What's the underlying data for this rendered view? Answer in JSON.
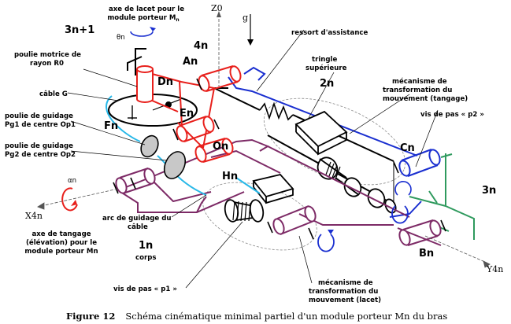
{
  "labels": {
    "yaw_axis": [
      "axe de lacet pour le",
      "module porteur M",
      "n"
    ],
    "theta": "θn",
    "three_n1": "3n+1",
    "four_n": "4n",
    "z0": "Z0",
    "g": "g",
    "spring": "ressort d'assistance",
    "rod": [
      "tringle",
      "supérieure"
    ],
    "two_n": "2n",
    "mech_tangage": [
      "mécanisme de",
      "transformation du",
      "mouvement (tangage)"
    ],
    "vis_p2": "vis de pas « p2 »",
    "cn": "Cn",
    "three_n": "3n",
    "bn": "Bn",
    "y4n": "Y4n",
    "poulie_motrice": [
      "poulie motrice de",
      "rayon R0"
    ],
    "an": "An",
    "dn": "Dn",
    "cable": "câble G",
    "en": "En",
    "fn": "Fn",
    "on": "On",
    "poulie1": [
      "poulie de guidage",
      "Pg1 de centre Op1"
    ],
    "poulie2": [
      "poulie de guidage",
      "Pg2 de centre Op2"
    ],
    "hn": "Hn",
    "alpha": "αn",
    "x4n": "X4n",
    "arc": [
      "arc de guidage du",
      "câble"
    ],
    "tilt": [
      "axe de tangage",
      "(élévation) pour le",
      "module porteur Mn"
    ],
    "one_n": "1n",
    "corps": "corps",
    "vis_p1": "vis de pas « p1 »",
    "mech_lacet": [
      "mécanisme de",
      "transformation du",
      "mouvement (lacet)"
    ]
  },
  "caption": {
    "number": "Figure 12",
    "text": "Schéma cinématique minimal partiel d'un module porteur Mn du bras"
  },
  "colors": {
    "red": "#e8201c",
    "blue": "#1a2fd0",
    "purple": "#7d2a66",
    "green": "#2f9a5e",
    "cyan": "#28b8e8",
    "gray": "#c8c8c8"
  }
}
